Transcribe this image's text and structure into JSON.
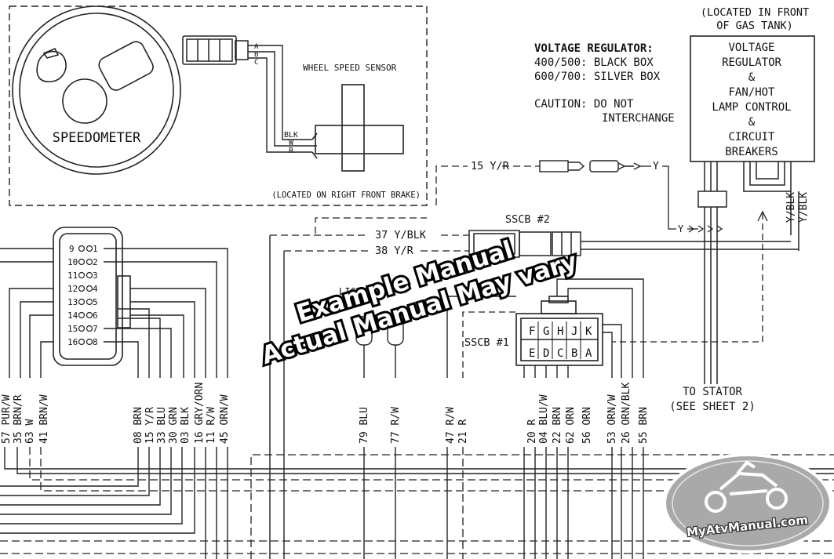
{
  "speedometer": {
    "label": "SPEEDOMETER",
    "location_note": "(LOCATED ON RIGHT FRONT BRAKE)",
    "connector_pins": [
      "A",
      "B",
      "C"
    ]
  },
  "wheel_speed_sensor": {
    "label": "WHEEL SPEED SENSOR",
    "wires": [
      "BLK",
      "W",
      "R"
    ]
  },
  "regulator_note": {
    "title": "VOLTAGE REGULATOR:",
    "line1": "400/500: BLACK BOX",
    "line2": "600/700: SILVER BOX",
    "caution1": "CAUTION: DO NOT",
    "caution2": "INTERCHANGE"
  },
  "regulator_box": {
    "location1": "(LOCATED IN FRONT",
    "location2": "OF GAS TANK)",
    "lines": [
      "VOLTAGE",
      "REGULATOR",
      "&",
      "FAN/HOT",
      "LAMP CONTROL",
      "&",
      "CIRCUIT",
      "BREAKERS"
    ]
  },
  "top_wires": {
    "w15": "15 Y/R",
    "y1": "Y",
    "y2": "Y",
    "w37": "37 Y/BLK",
    "w38": "38 Y/R",
    "yblk1": "Y/BLK",
    "yblk2": "Y/BLK"
  },
  "sscb2": "SSCB #2",
  "sscb1": "SSCB #1",
  "sscb1_top_pins": [
    "F",
    "G",
    "H",
    "J",
    "K"
  ],
  "sscb1_bottom_pins": [
    "E",
    "D",
    "C",
    "B",
    "A"
  ],
  "left_connector_pins": [
    {
      "l": "9",
      "r": "1"
    },
    {
      "l": "10",
      "r": "2"
    },
    {
      "l": "11",
      "r": "3"
    },
    {
      "l": "12",
      "r": "4"
    },
    {
      "l": "13",
      "r": "5"
    },
    {
      "l": "14",
      "r": "6"
    },
    {
      "l": "15",
      "r": "7"
    },
    {
      "l": "16",
      "r": "8"
    }
  ],
  "light_switch_label": "LIGHT SW",
  "bottom_wire_labels": [
    "57 PUR/W",
    "35 BRN/R",
    "63 W",
    "41 BRN/W",
    "08 BRN",
    "15 Y/R",
    "33 BLU",
    "30 GRN",
    "03 BLK",
    "16 GRY/ORN",
    "11 R/W",
    "45 ORN/W",
    "79 BLU",
    "77 R/W",
    "47 R/W",
    "21 R",
    "20 R",
    "04 BLU/W",
    "22 BRN",
    "62 ORN",
    "56 ORN",
    "53 ORN/W",
    "26 ORN/BLK",
    "55 BRN"
  ],
  "stator": {
    "line1": "TO STATOR",
    "line2": "(SEE SHEET 2)"
  },
  "watermark": {
    "line1": "Example Manual",
    "line2": "Actual Manual May vary"
  },
  "logo_text": "MyAtvManual.com"
}
